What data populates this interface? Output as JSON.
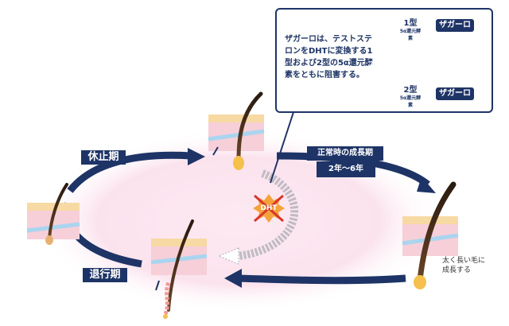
{
  "callout": {
    "text": "ザガーロは、テストステロンをDHTに変換する1型および2型の5α還元酵素をともに阻害する。",
    "testosterone": "テスト ステロン",
    "type1": "1型",
    "type1_sub": "5α還元酵素",
    "type2": "2型",
    "type2_sub": "5α還元酵素",
    "zagallo_top": "ザガーロ",
    "zagallo_bottom": "ザガーロ",
    "dht": "DHT"
  },
  "cycle": {
    "rest_phase": "休止期",
    "regress_phase": "退行期",
    "growth_title": "正常時の成長期",
    "growth_years": "2年〜6年",
    "dht_center": "DHT",
    "long_hair_note": "太く長い毛に 成長する"
  },
  "colors": {
    "navy": "#1e3466",
    "pink_bg": "#fbe3ee",
    "dht_orange": "#f6a23a",
    "dht_red": "#d8372a",
    "enzyme_circle": "#f0b48a"
  }
}
